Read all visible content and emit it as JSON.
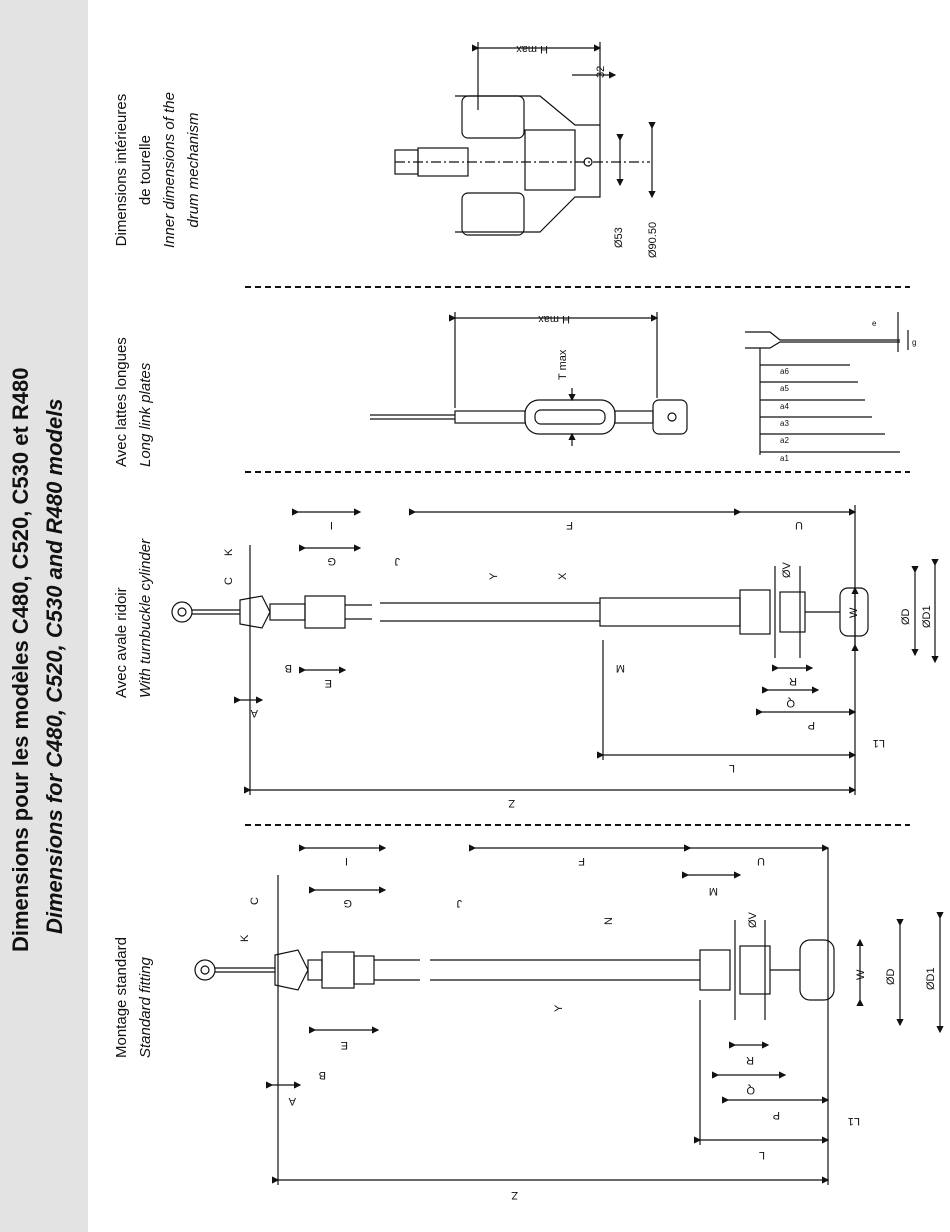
{
  "title": {
    "fr": "Dimensions pour les modèles C480, C520, C530 et R480",
    "en": "Dimensions for C480, C520, C530 and R480 models"
  },
  "sections": [
    {
      "fr": "Dimensions intérieures",
      "fr2": "de tourelle",
      "en": "Inner dimensions of the",
      "en2": "drum mechanism"
    },
    {
      "fr": "Avec lattes longues",
      "en": "Long link plates"
    },
    {
      "fr": "Avec avale ridoir",
      "en": "With turnbuckle cylinder"
    },
    {
      "fr": "Montage standard",
      "en": "Standard fitting"
    }
  ],
  "drum_labels": {
    "hmax": "H max",
    "d32": "32",
    "d53": "Ø53",
    "d9050": "Ø90.50"
  },
  "plates_labels": {
    "hmax": "H max",
    "tmax": "T max",
    "a1": "a1",
    "a2": "a2",
    "a3": "a3",
    "a4": "a4",
    "a5": "a5",
    "a6": "a6",
    "e": "e",
    "g": "g"
  },
  "turnbuckle_labels": {
    "A": "A",
    "B": "B",
    "E": "E",
    "K": "K",
    "C": "C",
    "G": "G",
    "I": "I",
    "J": "J",
    "F": "F",
    "U": "U",
    "Y": "Y",
    "X": "X",
    "M": "M",
    "V": "ØV",
    "W": "W",
    "D": "ØD",
    "D1": "ØD1",
    "R": "R",
    "Q": "Q",
    "P": "P",
    "L1": "L1",
    "L": "L",
    "Z": "Z"
  },
  "standard_labels": {
    "A": "A",
    "B": "B",
    "E": "E",
    "K": "K",
    "C": "C",
    "G": "G",
    "I": "I",
    "J": "J",
    "F": "F",
    "U": "U",
    "M": "M",
    "N": "N",
    "Y": "Y",
    "V": "ØV",
    "W": "W",
    "D": "ØD",
    "D1": "ØD1",
    "R": "R",
    "Q": "Q",
    "P": "P",
    "L1": "L1",
    "L": "L",
    "Z": "Z"
  }
}
